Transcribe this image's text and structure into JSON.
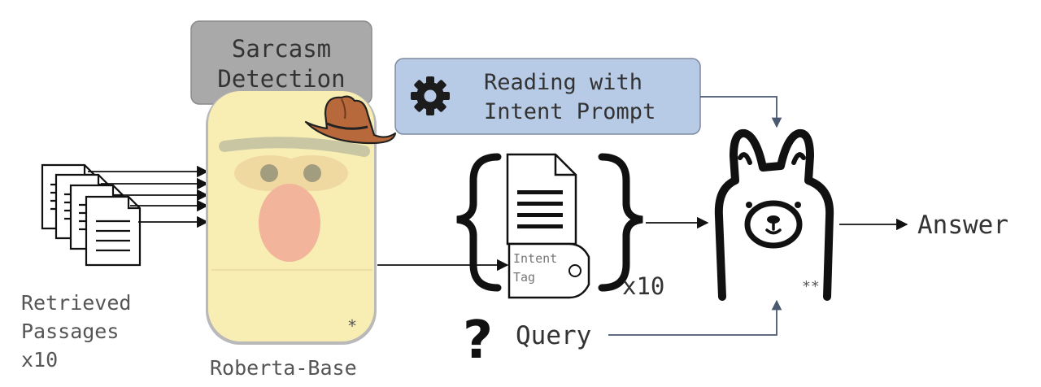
{
  "sarcasm_box": {
    "line1": "Sarcasm",
    "line2": "Detection"
  },
  "prompt_box": {
    "line1": "Reading with",
    "line2": "Intent Prompt"
  },
  "passages_label": {
    "line1": "Retrieved",
    "line2": "Passages",
    "line3": "x10"
  },
  "model_label": "Roberta-Base",
  "model_mark": "*",
  "intent_tag": {
    "line1": "Intent",
    "line2": "Tag"
  },
  "multiplier": "x10",
  "query_label": "Query",
  "query_icon": "?",
  "llama_mark": "**",
  "answer_label": "Answer",
  "icons": {
    "gear": "gear-icon",
    "hat": "cowboy-hat-icon",
    "document": "document-icon",
    "llama": "llama-icon"
  },
  "colors": {
    "sarcasm_box": "#a9a9a9",
    "prompt_box": "#b8cbe6",
    "muppet_face": "#f8eeb4",
    "muppet_nose": "#f2b49a",
    "hat": "#b8693c"
  }
}
